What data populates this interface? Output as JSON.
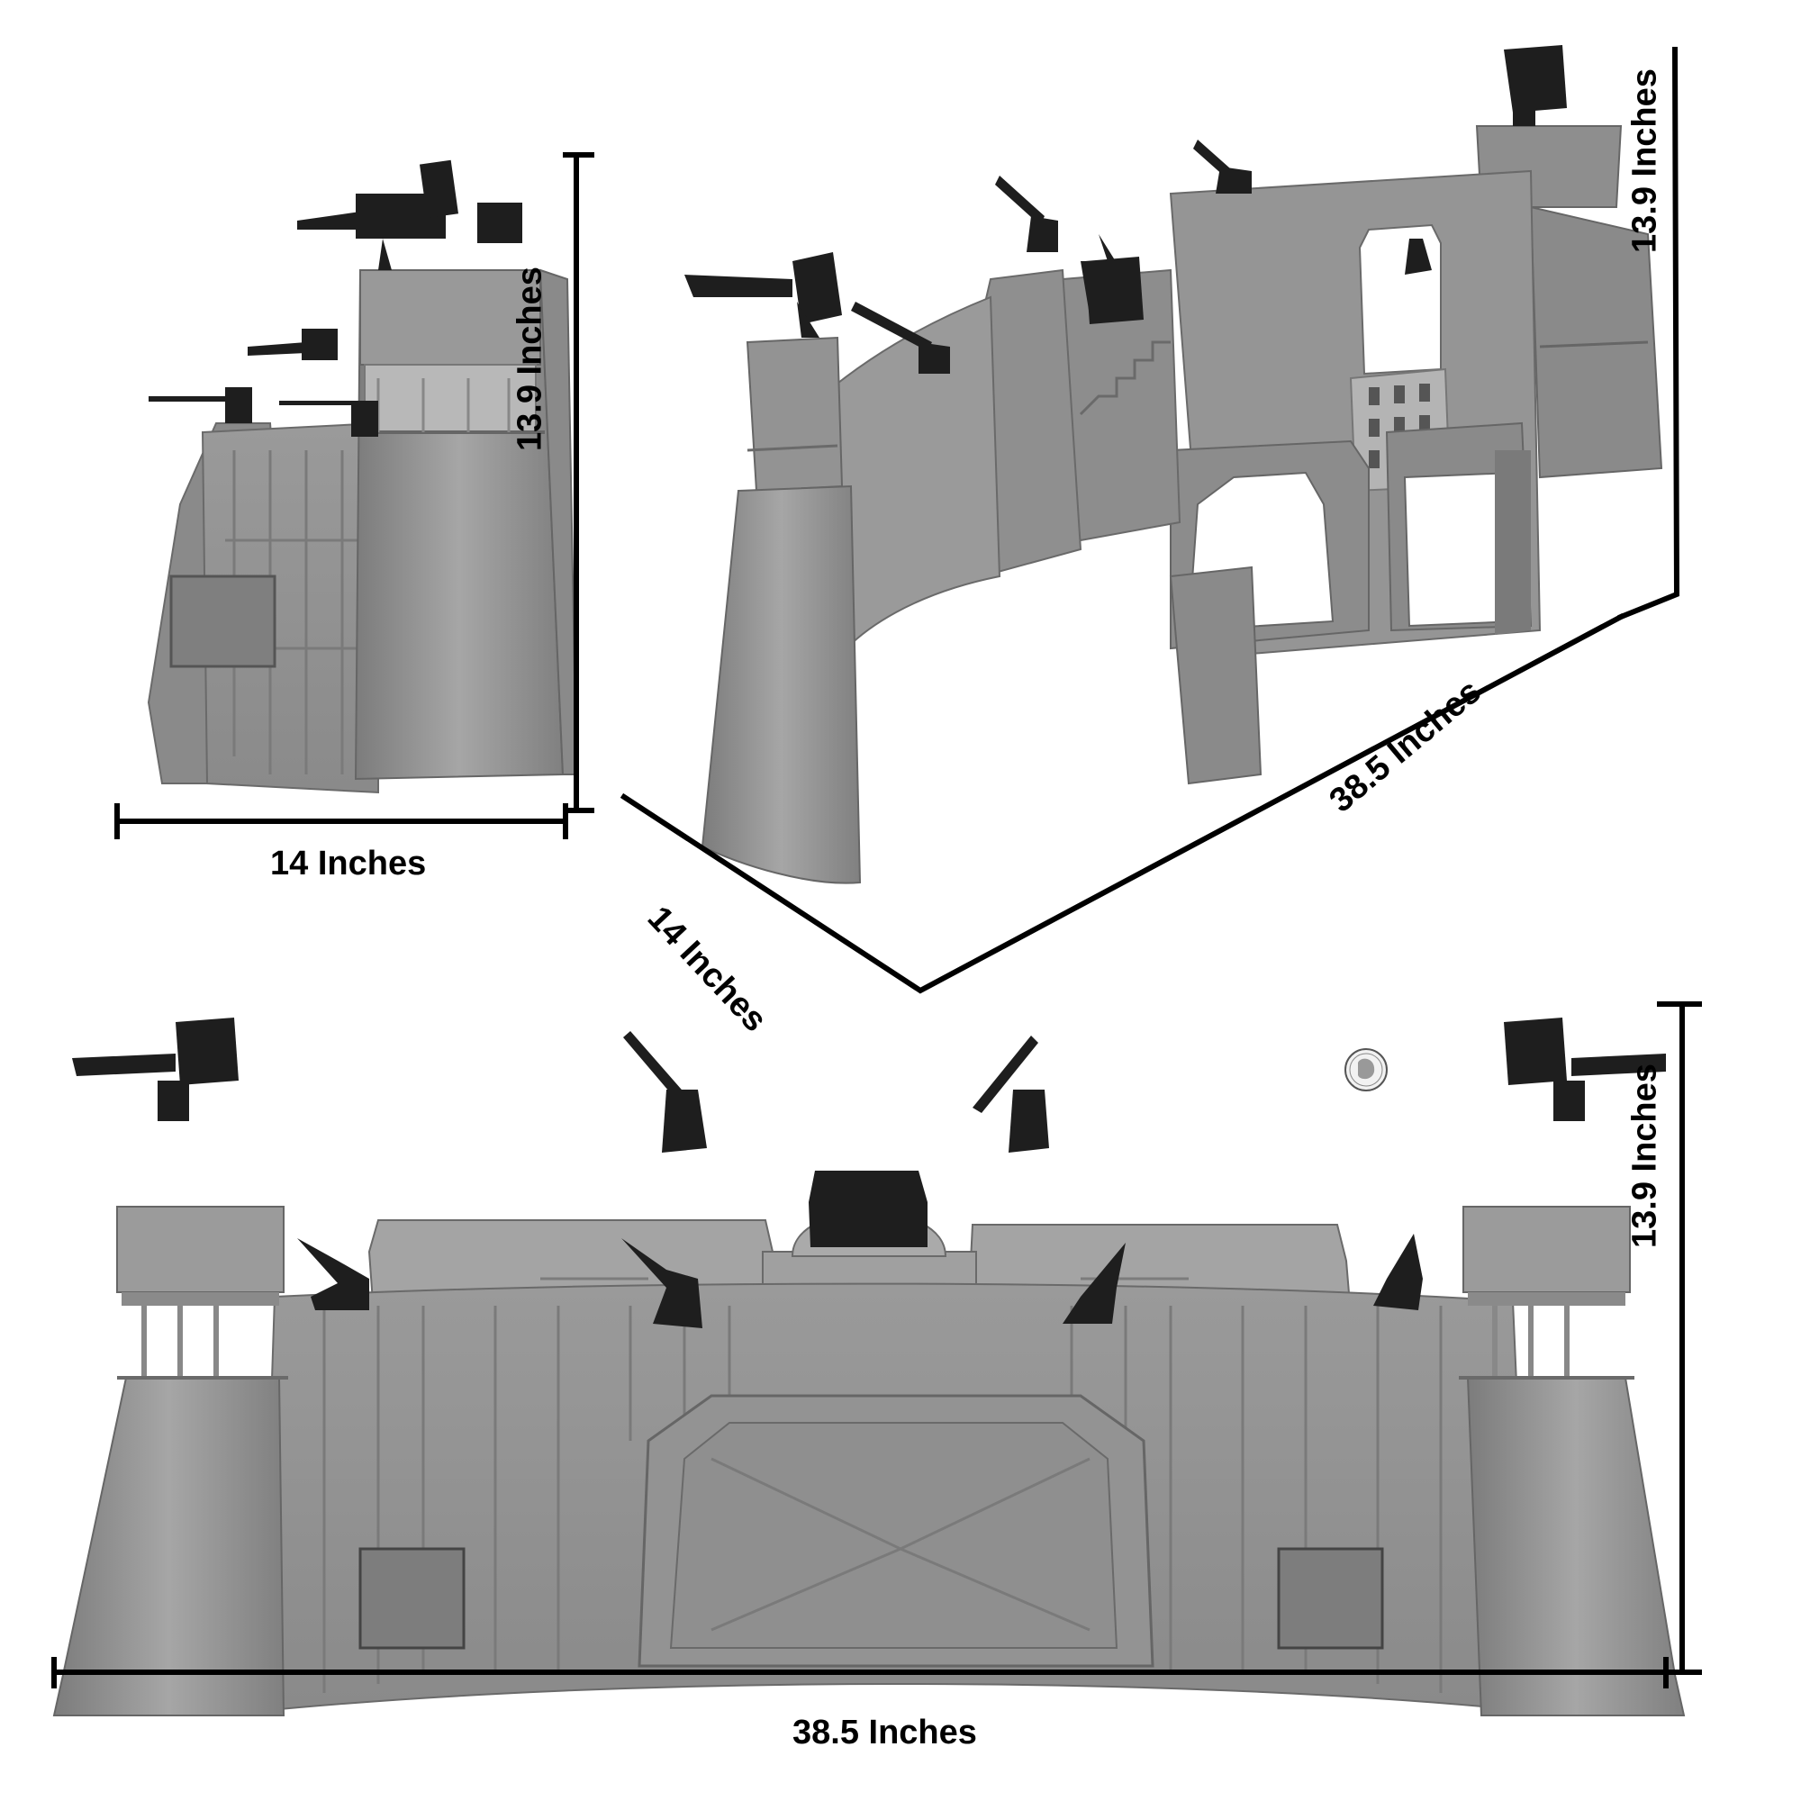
{
  "image": {
    "subject": "Gray plastic toy fortress playset with black gun turrets shown in three views with dimension lines",
    "colors": {
      "background": "#ffffff",
      "fortress_gray": "#8e8e8e",
      "fortress_light": "#a9a9a9",
      "fortress_dark": "#6f6f6f",
      "turret_black": "#1e1e1e",
      "dimension_line": "#000000"
    }
  },
  "views": {
    "side_view": {
      "width_label": "14 Inches",
      "height_label": "13.9 Inches"
    },
    "isometric_view": {
      "depth_label": "14 Inches",
      "width_label": "38.5 Inches",
      "height_label": "13.9 Inches"
    },
    "front_view": {
      "height_label": "13.9 Inches",
      "width_label": "38.5 Inches",
      "scale_reference": "quarter-coin"
    }
  }
}
